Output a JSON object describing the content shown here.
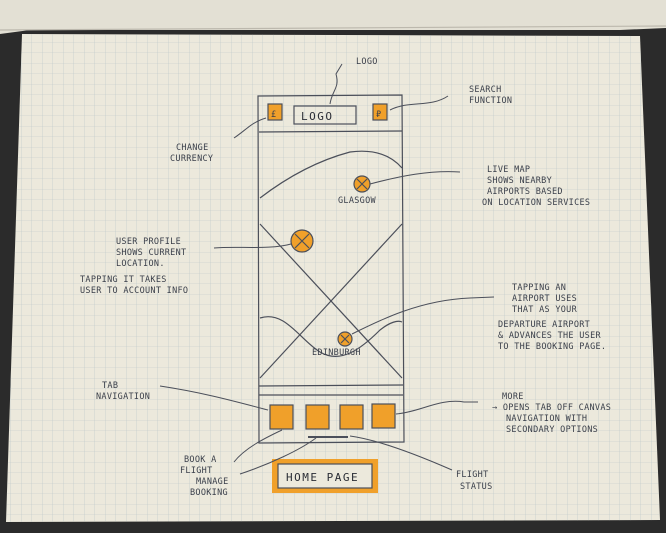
{
  "sketch": {
    "header": {
      "logo_text": "LOGO",
      "currency_button": "£",
      "search_button": "₽"
    },
    "map": {
      "pins": [
        {
          "label": "GLASGOW"
        },
        {
          "label": "EDINBURGH"
        }
      ]
    },
    "tabs": 4,
    "footer_title": "HOME PAGE"
  },
  "annotations": {
    "logo": "LOGO",
    "search": [
      "SEARCH",
      "FUNCTION"
    ],
    "currency": [
      "CHANGE",
      "CURRENCY"
    ],
    "live_map": [
      "LIVE MAP",
      "SHOWS NEARBY",
      "AIRPORTS BASED",
      "ON LOCATION SERVICES"
    ],
    "user_profile": [
      "USER PROFILE",
      "SHOWS CURRENT",
      "LOCATION.",
      "TAPPING IT TAKES",
      "USER TO ACCOUNT INFO"
    ],
    "tapping_airport": [
      "TAPPING AN",
      "AIRPORT USES",
      "THAT AS YOUR",
      "DEPARTURE AIRPORT",
      "& ADVANCES THE USER",
      "TO THE BOOKING PAGE."
    ],
    "tab_navigation": [
      "TAB",
      "NAVIGATION"
    ],
    "more": [
      "MORE",
      "→ OPENS TAB OFF CANVAS",
      "NAVIGATION WITH",
      "SECONDARY OPTIONS"
    ],
    "book_flight": [
      "BOOK A",
      "FLIGHT"
    ],
    "manage_booking": [
      "MANAGE",
      "BOOKING"
    ],
    "flight_status": [
      "FLIGHT",
      "STATUS"
    ]
  },
  "colors": {
    "paper": "#ece9dc",
    "grid": "#b9c6c8",
    "ink": "#4b4f5a",
    "orange": "#f0a02a",
    "desk": "#2b2b2b"
  }
}
